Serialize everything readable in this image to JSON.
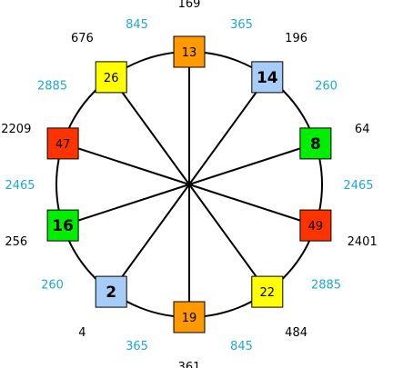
{
  "colors": {
    "line": "#000000",
    "edge_label": "#1ea8d8",
    "red": "#ff3300",
    "orange": "#ff9900",
    "yellow": "#ffff00",
    "green": "#00ee00",
    "blue": "#a8ccf8"
  },
  "nodes": [
    {
      "label": "8",
      "color": "green",
      "bold": true,
      "outer": "64"
    },
    {
      "label": "49",
      "color": "red",
      "bold": false,
      "outer": "2401"
    },
    {
      "label": "22",
      "color": "yellow",
      "bold": false,
      "outer": "484"
    },
    {
      "label": "19",
      "color": "orange",
      "bold": false,
      "outer": "361"
    },
    {
      "label": "2",
      "color": "blue",
      "bold": true,
      "outer": "4"
    },
    {
      "label": "16",
      "color": "green",
      "bold": true,
      "outer": "256"
    },
    {
      "label": "47",
      "color": "red",
      "bold": false,
      "outer": "2209"
    },
    {
      "label": "26",
      "color": "yellow",
      "bold": false,
      "outer": "676"
    },
    {
      "label": "13",
      "color": "orange",
      "bold": false,
      "outer": "169"
    },
    {
      "label": "14",
      "color": "blue",
      "bold": true,
      "outer": "196"
    }
  ],
  "edge_labels": [
    "2465",
    "2885",
    "845",
    "365",
    "260",
    "2465",
    "2885",
    "845",
    "365",
    "260"
  ]
}
